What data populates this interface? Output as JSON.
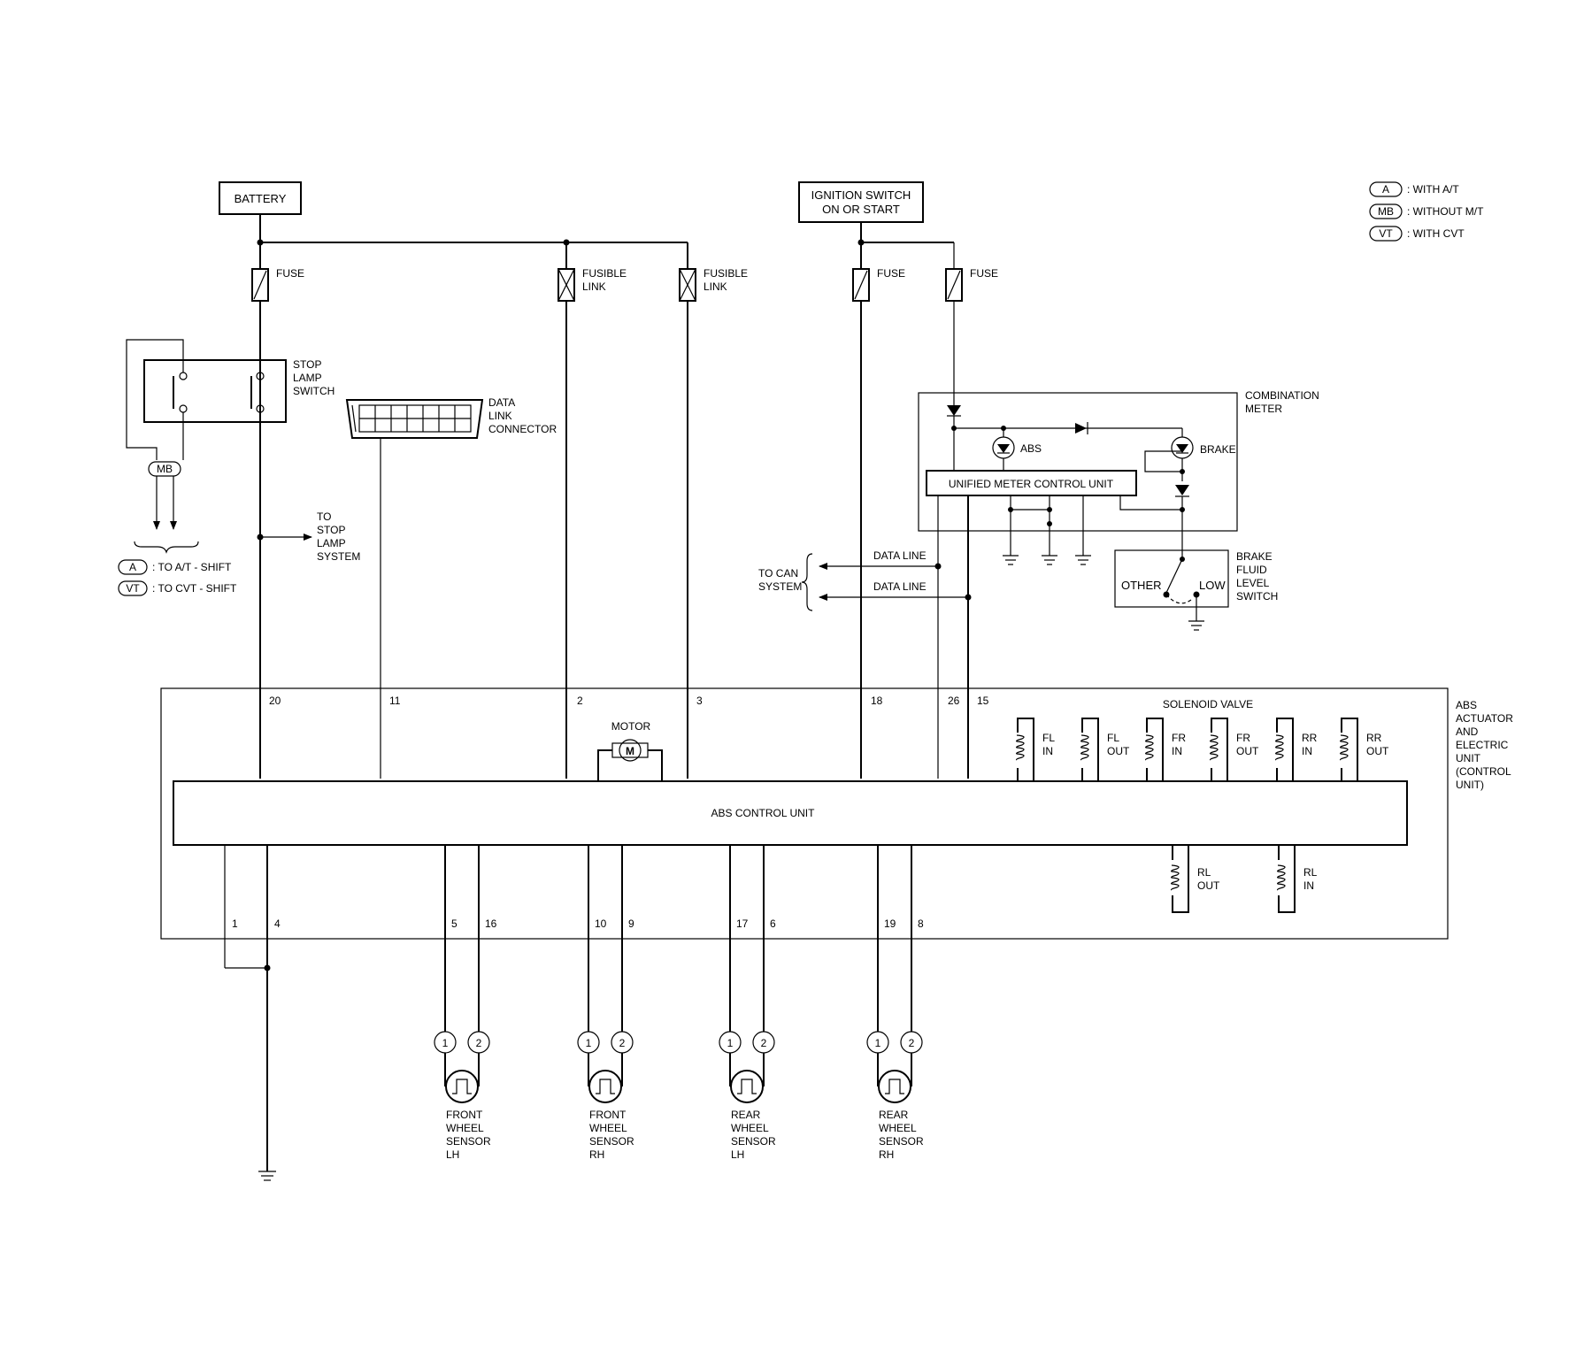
{
  "legend": [
    {
      "code": "A",
      "text": ": WITH A/T"
    },
    {
      "code": "MB",
      "text": ": WITHOUT M/T"
    },
    {
      "code": "VT",
      "text": ": WITH CVT"
    }
  ],
  "boxes": {
    "battery": "BATTERY",
    "ignition_switch": [
      "IGNITION SWITCH",
      "ON OR START"
    ],
    "unified_meter": "UNIFIED METER CONTROL UNIT",
    "abs_control_unit": "ABS CONTROL UNIT"
  },
  "labels": {
    "fuse": "FUSE",
    "fusible_link": [
      "FUSIBLE",
      "LINK"
    ],
    "stop_lamp_switch": [
      "STOP",
      "LAMP",
      "SWITCH"
    ],
    "data_link_connector": [
      "DATA",
      "LINK",
      "CONNECTOR"
    ],
    "combination_meter": [
      "COMBINATION",
      "METER"
    ],
    "abs_lamp": "ABS",
    "brake_lamp": "BRAKE",
    "brake_fluid_level_switch": [
      "BRAKE",
      "FLUID",
      "LEVEL",
      "SWITCH"
    ],
    "switch_other": "OTHER",
    "switch_low": "LOW",
    "to_stop_lamp": [
      "TO",
      "STOP",
      "LAMP",
      "SYSTEM"
    ],
    "mb_connector": "MB",
    "to_at_shift": {
      "code": "A",
      "text": ": TO A/T - SHIFT"
    },
    "to_cvt_shift": {
      "code": "VT",
      "text": ": TO CVT - SHIFT"
    },
    "to_can_system": [
      "TO CAN",
      "SYSTEM"
    ],
    "data_line": "DATA LINE",
    "motor": "MOTOR",
    "motor_symbol": "M",
    "solenoid_valve": "SOLENOID VALVE",
    "abs_actuator": [
      "ABS",
      "ACTUATOR",
      "AND",
      "ELECTRIC",
      "UNIT",
      "(CONTROL",
      "UNIT)"
    ]
  },
  "terminals_top": [
    "20",
    "11",
    "2",
    "3",
    "18",
    "26",
    "15"
  ],
  "terminals_bottom": [
    "1",
    "4",
    "5",
    "16",
    "10",
    "9",
    "17",
    "6",
    "19",
    "8"
  ],
  "solenoids_top": [
    [
      "FL",
      "IN"
    ],
    [
      "FL",
      "OUT"
    ],
    [
      "FR",
      "IN"
    ],
    [
      "FR",
      "OUT"
    ],
    [
      "RR",
      "IN"
    ],
    [
      "RR",
      "OUT"
    ]
  ],
  "solenoids_bottom": [
    [
      "RL",
      "OUT"
    ],
    [
      "RL",
      "IN"
    ]
  ],
  "sensor_pins": [
    "1",
    "2"
  ],
  "sensors": [
    [
      "FRONT",
      "WHEEL",
      "SENSOR",
      "LH"
    ],
    [
      "FRONT",
      "WHEEL",
      "SENSOR",
      "RH"
    ],
    [
      "REAR",
      "WHEEL",
      "SENSOR",
      "LH"
    ],
    [
      "REAR",
      "WHEEL",
      "SENSOR",
      "RH"
    ]
  ]
}
